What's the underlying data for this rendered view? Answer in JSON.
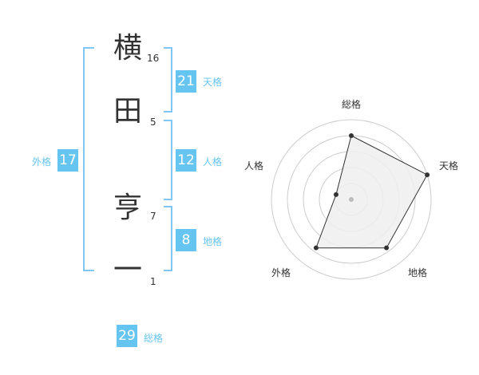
{
  "name": {
    "chars": [
      {
        "char": "横",
        "strokes": "16"
      },
      {
        "char": "田",
        "strokes": "5"
      },
      {
        "char": "亨",
        "strokes": "7"
      },
      {
        "char": "一",
        "strokes": "1"
      }
    ]
  },
  "kaku": {
    "tenkaku": {
      "value": "21",
      "label": "天格"
    },
    "jinkaku": {
      "value": "12",
      "label": "人格"
    },
    "chikaku": {
      "value": "8",
      "label": "地格"
    },
    "gaikaku": {
      "value": "17",
      "label": "外格"
    },
    "soukaku": {
      "value": "29",
      "label": "総格"
    }
  },
  "chart_data": {
    "type": "radar",
    "axes": [
      "総格",
      "天格",
      "地格",
      "外格",
      "人格"
    ],
    "values": [
      0.8,
      1.0,
      0.75,
      0.75,
      0.2
    ],
    "rings": 5,
    "colors": {
      "ring": "#cccccc",
      "fill": "#efefef",
      "line": "#333333",
      "center": "#bbbbbb",
      "accent": "#66c4f1"
    }
  }
}
